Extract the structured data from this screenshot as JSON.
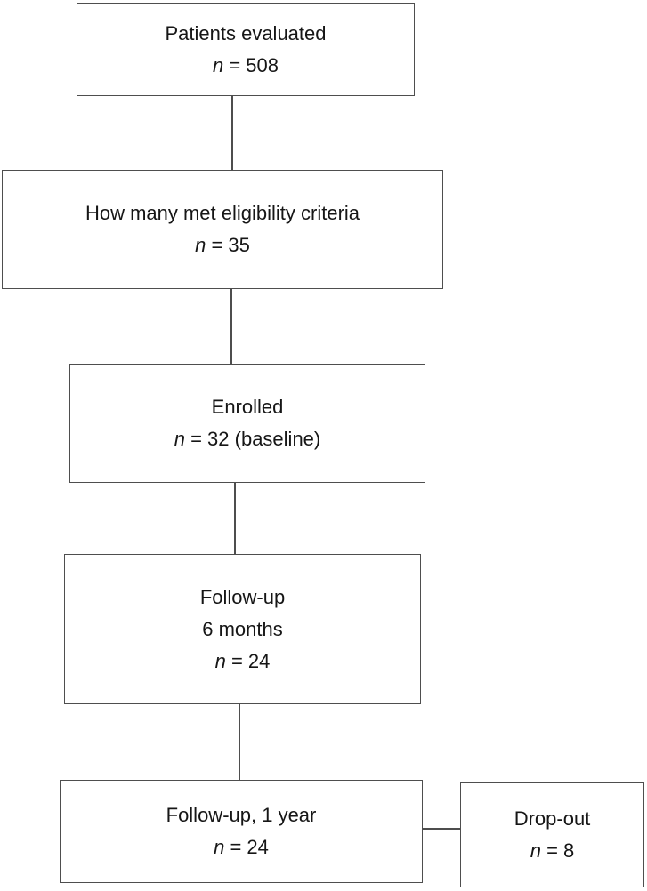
{
  "flowchart": {
    "title_semantic": "patient-flow-diagram",
    "boxes": [
      {
        "name": "patients-evaluated",
        "lines": [
          "Patients evaluated"
        ],
        "count_prefix": "n",
        "count_text": " = 508"
      },
      {
        "name": "met-eligibility-criteria",
        "lines": [
          "How many met eligibility criteria"
        ],
        "count_prefix": "n",
        "count_text": " = 35"
      },
      {
        "name": "enrolled",
        "lines": [
          "Enrolled"
        ],
        "count_prefix": "n",
        "count_text": " = 32 (baseline)"
      },
      {
        "name": "follow-up-6-months",
        "lines": [
          "Follow-up",
          "6 months"
        ],
        "count_prefix": "n",
        "count_text": " = 24"
      },
      {
        "name": "follow-up-1-year",
        "lines": [
          "Follow-up, 1 year"
        ],
        "count_prefix": "n",
        "count_text": " = 24"
      },
      {
        "name": "drop-out",
        "lines": [
          "Drop-out"
        ],
        "count_prefix": "n",
        "count_text": " = 8"
      }
    ],
    "colors": {
      "border": "#4e4e4e",
      "background": "#ffffff",
      "text": "#161616"
    }
  }
}
